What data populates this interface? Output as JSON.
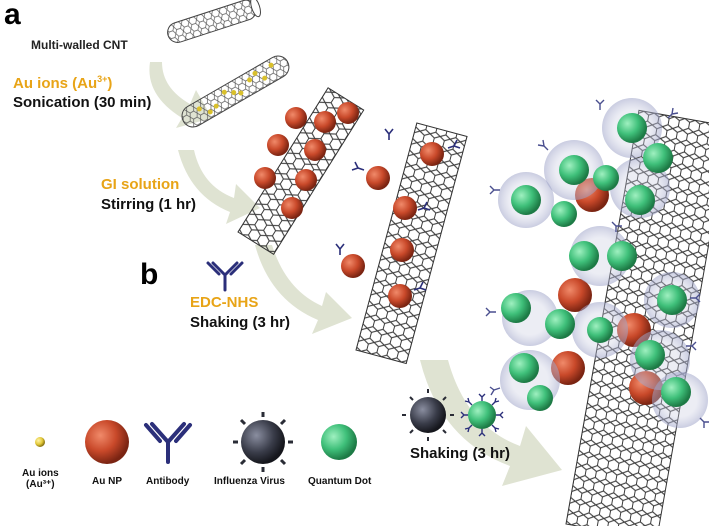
{
  "panels": {
    "a": "a",
    "b": "b"
  },
  "labels": {
    "cnt": "Multi-walled CNT",
    "au_ions_prefix": "Au ions (Au",
    "au_ions_sup": "3+",
    "au_ions_suffix": ")",
    "sonication": "Sonication (30 min)",
    "gi_solution": "GI solution",
    "stirring": "Stirring (1 hr)",
    "edc_nhs": "EDC-NHS",
    "shaking1": "Shaking (3 hr)",
    "shaking2": "Shaking (3 hr)"
  },
  "legend": {
    "au_ions_line1": "Au ions",
    "au_ions_line2": "(Au³⁺)",
    "au_np": "Au NP",
    "antibody": "Antibody",
    "virus": "Influenza Virus",
    "qdot": "Quantum Dot"
  },
  "colors": {
    "gold_text": "#e8a417",
    "arrow": "#dfe3d2",
    "au_np": "#c9492a",
    "antibody": "#2b2f7a",
    "qdot": "#3fc07a",
    "virus": "#3a3d4a",
    "cnt": "#3a3a3a"
  }
}
